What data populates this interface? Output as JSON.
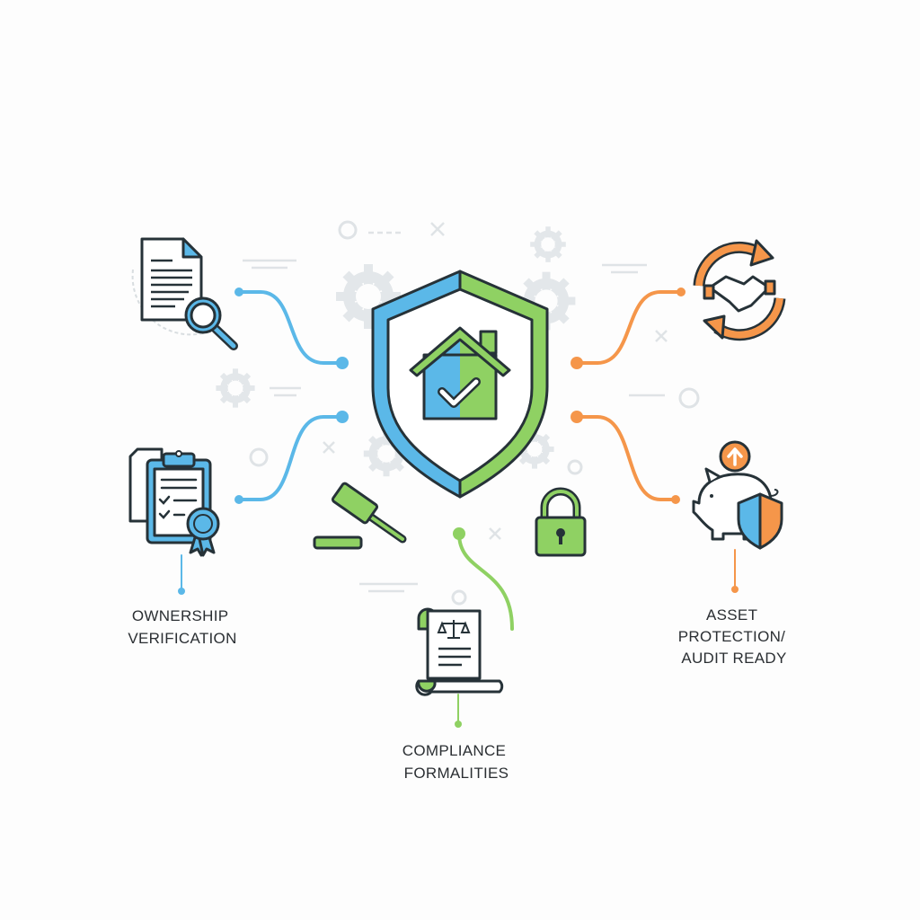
{
  "colors": {
    "blue": "#5bb8e8",
    "green": "#8fd163",
    "orange": "#f5964a",
    "outline": "#263238",
    "gear": "#e3e7ea"
  },
  "labels": {
    "ownership": [
      "OWNERSHIP",
      "VERIFICATION"
    ],
    "compliance": [
      "COMPLIANCE",
      "FORMALITIES"
    ],
    "asset": [
      "ASSET",
      "PROTECTION/",
      "AUDIT READY"
    ]
  },
  "icons": [
    "shield-house-check-icon",
    "document-search-icon",
    "clipboard-checklist-certificate-icon",
    "gavel-icon",
    "padlock-icon",
    "legal-scroll-scales-icon",
    "handshake-cycle-icon",
    "piggy-bank-shield-icon",
    "gear-icon"
  ]
}
